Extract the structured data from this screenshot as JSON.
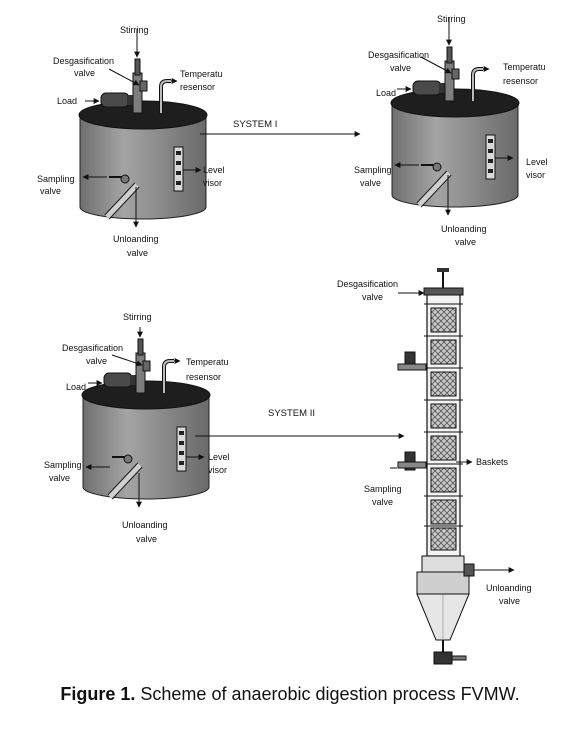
{
  "vessel_labels": {
    "stirring": "Stirring",
    "degas_1": "Desgasification",
    "degas_2": "valve",
    "temp_1": "Temperatu",
    "temp_2": "resensor",
    "load": "Load",
    "sampling_1": "Sampling",
    "sampling_2": "valve",
    "level_1": "Level",
    "level_2": "visor",
    "unloading_1": "Unloanding",
    "unloading_2": "valve"
  },
  "systems": {
    "system_1": "SYSTEM I",
    "system_2": "SYSTEM II"
  },
  "column_labels": {
    "degas_1": "Desgasification",
    "degas_2": "valve",
    "baskets": "Baskets",
    "sampling_1": "Sampling",
    "sampling_2": "valve",
    "unloading_1": "Unloanding",
    "unloading_2": "valve"
  },
  "caption": {
    "label": "Figure 1.",
    "text": " Scheme of anaerobic digestion process FVMW."
  },
  "colors": {
    "tank_body": "#8c8c8c",
    "tank_top": "#1e1e1e",
    "line": "#111111",
    "basket": "#bdbdbd"
  }
}
